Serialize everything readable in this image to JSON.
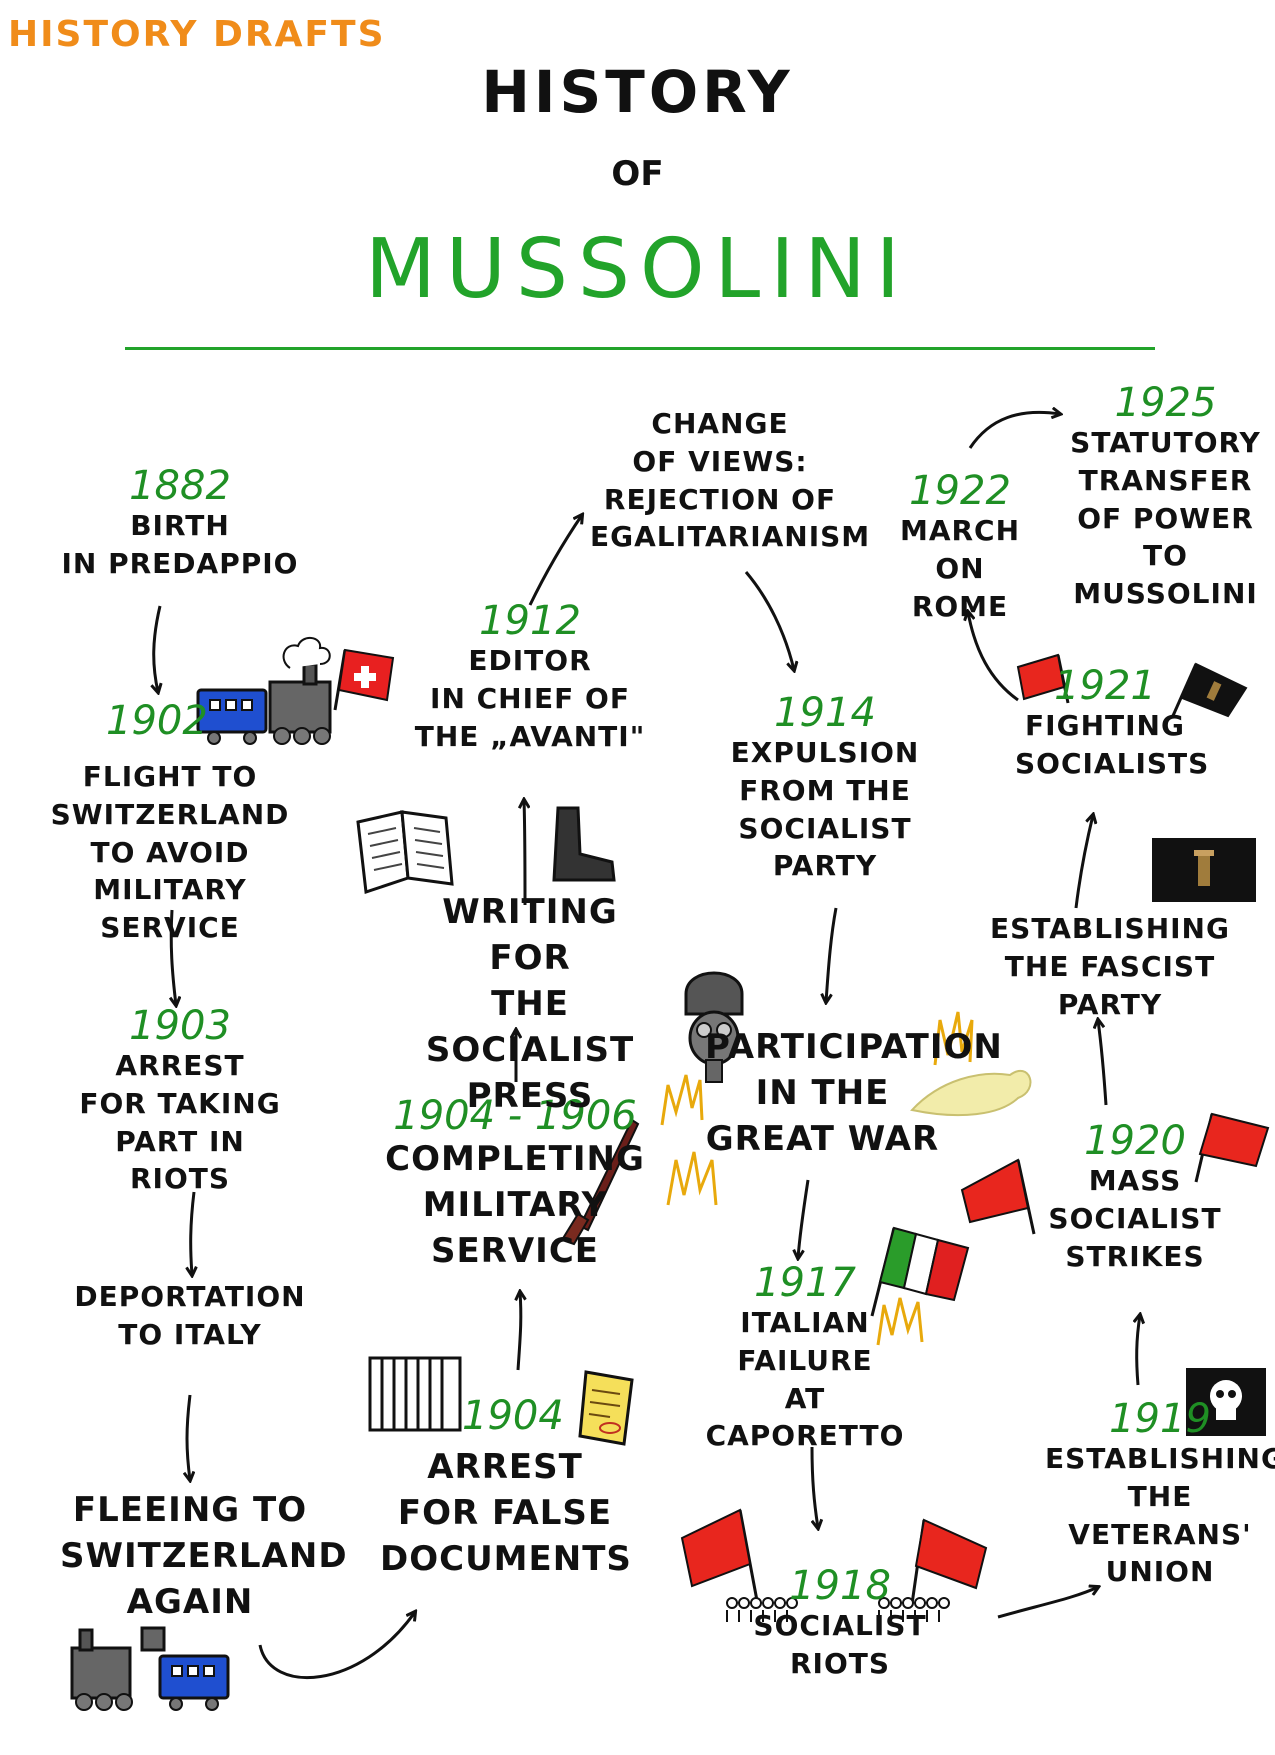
{
  "header": {
    "brand": "HISTORY DRAFTS",
    "title_line1": "HISTORY",
    "title_line2": "OF",
    "title_line3": "MUSSOLINI",
    "accent_color": "#22a32a",
    "brand_color": "#f08c1a",
    "year_color": "#1f8f24"
  },
  "events": [
    {
      "year": "1882",
      "label": "BIRTH\nIN PREDAPPIO"
    },
    {
      "year": "1902",
      "label": "FLIGHT TO\nSWITZERLAND\nTO AVOID\nMILITARY SERVICE"
    },
    {
      "year": "1903",
      "label": "ARREST\nFOR TAKING\nPART IN RIOTS"
    },
    {
      "year": "",
      "label": "DEPORTATION\nTO ITALY"
    },
    {
      "year": "",
      "label": "FLEEING TO\nSWITZERLAND\nAGAIN"
    },
    {
      "year": "1904",
      "label": "ARREST\nFOR FALSE\nDOCUMENTS"
    },
    {
      "year": "1904 - 1906",
      "label": "COMPLETING\nMILITARY\nSERVICE"
    },
    {
      "year": "",
      "label": "WRITING FOR\nTHE SOCIALIST\nPRESS"
    },
    {
      "year": "1912",
      "label": "EDITOR\nIN CHIEF OF\nTHE „AVANTI\""
    },
    {
      "year": "",
      "label": "CHANGE\nOF VIEWS:\nREJECTION OF\nEGALITARIANISM"
    },
    {
      "year": "1914",
      "label": "EXPULSION\nFROM THE\nSOCIALIST\nPARTY"
    },
    {
      "year": "",
      "label": "PARTICIPATION\nIN THE\nGREAT WAR"
    },
    {
      "year": "1917",
      "label": "ITALIAN\nFAILURE\nAT CAPORETTO"
    },
    {
      "year": "1918",
      "label": "SOCIALIST\nRIOTS"
    },
    {
      "year": "1919",
      "label": "ESTABLISHING\nTHE VETERANS'\nUNION"
    },
    {
      "year": "1920",
      "label": "MASS\nSOCIALIST\nSTRIKES"
    },
    {
      "year": "",
      "label": "ESTABLISHING\nTHE FASCIST PARTY"
    },
    {
      "year": "1921",
      "label": "FIGHTING\nSOCIALISTS"
    },
    {
      "year": "1922",
      "label": "MARCH\nON ROME"
    },
    {
      "year": "1925",
      "label": "STATUTORY\nTRANSFER\nOF POWER\nTO MUSSOLINI"
    }
  ],
  "icons": [
    "train-icon",
    "swiss-flag-icon",
    "newspaper-icon",
    "boot-icon",
    "prison-bars-icon",
    "document-icon",
    "rifle-icon",
    "gas-mask-icon",
    "explosion-icon",
    "smoke-icon",
    "italian-flag-icon",
    "red-flag-icon",
    "black-flag-icon",
    "skull-flag-icon",
    "crowd-icon"
  ]
}
